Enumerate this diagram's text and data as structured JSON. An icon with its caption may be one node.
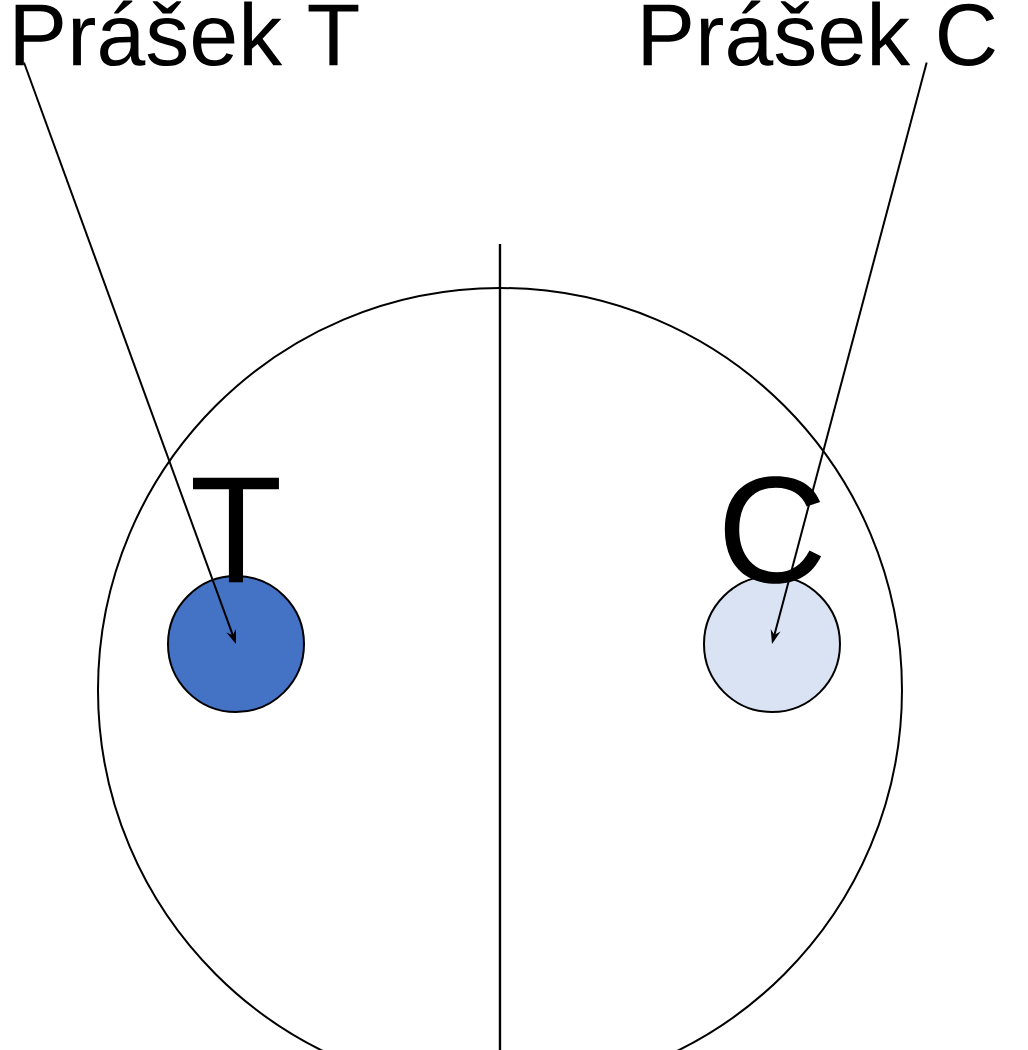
{
  "diagram": {
    "nodes": [
      {
        "text": [
          "Prášek T"
        ]
      },
      {
        "text": [
          "Prášek C"
        ]
      },
      {
        "text": [],
        "shape": "circle"
      },
      {
        "text": [],
        "shape": "circle",
        "in": 2
      },
      {
        "text": [],
        "shape": "circle",
        "in": 2
      }
    ],
    "edges": [
      {
        "from": 0,
        "to": 3,
        "arrow": "to"
      },
      {
        "from": 1,
        "to": 4,
        "arrow": "to"
      }
    ],
    "labels": [
      "T",
      "C"
    ]
  }
}
